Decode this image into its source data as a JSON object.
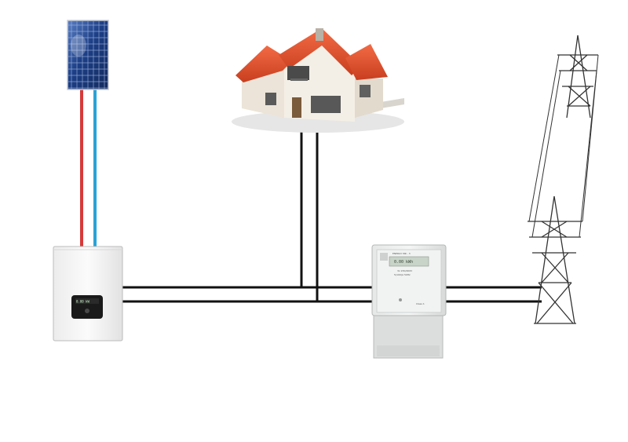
{
  "diagram": {
    "colors": {
      "wire": "#111111",
      "dc_positive": "#d63a3a",
      "dc_negative": "#2aa3d6",
      "roof": "#e8502e",
      "panel": "#1d3f86"
    },
    "devices": {
      "inverter": {
        "icon": "inverter-icon",
        "display_text": "0.00 kW"
      },
      "meter": {
        "icon": "energy-meter-icon",
        "model_label": "ENERGY MR - 3",
        "lcd_text": "0.00 kWh",
        "spec_line_1": "3x 230/400V",
        "spec_line_2": "5(100)A 50Hz",
        "footer_text": "Class 1"
      },
      "house": {
        "icon": "house-icon"
      },
      "solar_panel": {
        "icon": "solar-panel-icon"
      },
      "grid": {
        "icon": "power-pylon-icon"
      }
    }
  }
}
